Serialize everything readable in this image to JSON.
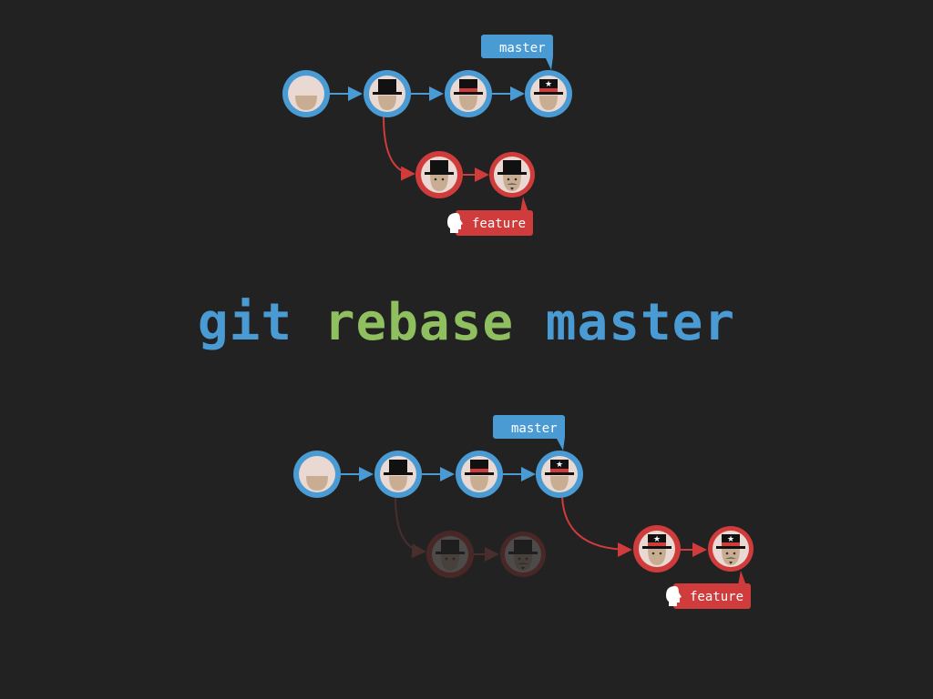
{
  "colors": {
    "background": "#222222",
    "master_blue": "#4a9bd4",
    "feature_red": "#d03b3b",
    "command_blue": "#4a9bd4",
    "command_green": "#8fbf5f",
    "ghost": "#4a2e2e"
  },
  "command": {
    "word1": "git",
    "word2": "rebase",
    "word3": "master"
  },
  "before": {
    "master_label": "master",
    "feature_label": "feature",
    "master_commits": [
      "bald-face-icon",
      "top-hat-icon",
      "top-hat-red-band-icon",
      "top-hat-star-icon"
    ],
    "feature_commits": [
      "top-hat-face-icon",
      "top-hat-mustache-face-icon"
    ]
  },
  "after": {
    "master_label": "master",
    "feature_label": "feature",
    "master_commits": [
      "bald-face-icon",
      "top-hat-icon",
      "top-hat-red-band-icon",
      "top-hat-star-icon"
    ],
    "ghost_commits": [
      "faded-top-hat-face-icon",
      "faded-top-hat-mustache-face-icon"
    ],
    "feature_commits": [
      "top-hat-star-face-icon",
      "top-hat-star-mustache-face-icon"
    ]
  }
}
